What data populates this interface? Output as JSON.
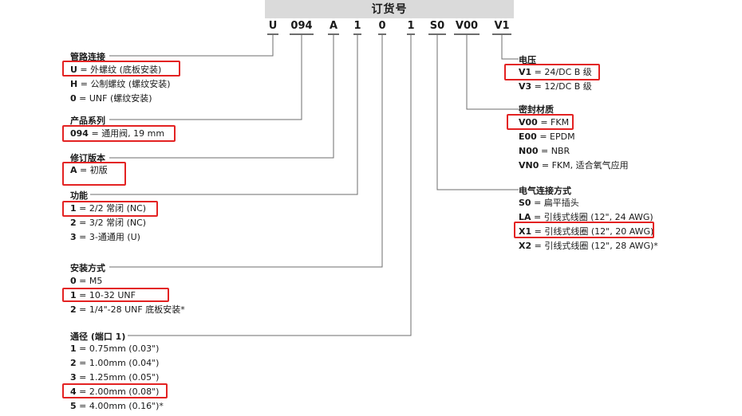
{
  "header": {
    "title": "订货号"
  },
  "code_segments": [
    "U",
    "094",
    "A",
    "1",
    "0",
    "1",
    "S0",
    "V00",
    "V1"
  ],
  "sections": [
    {
      "id": "pipe",
      "title": "管路连接",
      "options": [
        {
          "key": "U",
          "sep": " = ",
          "text": "外螺纹 (底板安装)",
          "selected": true
        },
        {
          "key": "H",
          "sep": " = ",
          "text": "公制螺纹 (螺纹安装)"
        },
        {
          "key": "0",
          "sep": " = ",
          "text": "UNF (螺纹安装)"
        }
      ]
    },
    {
      "id": "series",
      "title": "产品系列",
      "options": [
        {
          "key": "094",
          "sep": " = ",
          "text": "通用阀, 19 mm",
          "selected": true
        }
      ]
    },
    {
      "id": "revision",
      "title": "修订版本",
      "options": [
        {
          "key": "A",
          "sep": " = ",
          "text": "初版",
          "selected": true
        }
      ]
    },
    {
      "id": "function",
      "title": "功能",
      "options": [
        {
          "key": "1",
          "sep": " = ",
          "text": "2/2 常闭 (NC)",
          "selected": true
        },
        {
          "key": "2",
          "sep": " = ",
          "text": "3/2 常闭 (NC)"
        },
        {
          "key": "3",
          "sep": " = ",
          "text": "3-通通用 (U)"
        }
      ]
    },
    {
      "id": "mount",
      "title": "安装方式",
      "options": [
        {
          "key": "0",
          "sep": " = ",
          "text": "M5"
        },
        {
          "key": "1",
          "sep": " = ",
          "text": "10-32 UNF",
          "selected": true
        },
        {
          "key": "2",
          "sep": " = ",
          "text": "1/4\"-28 UNF 底板安装*"
        }
      ]
    },
    {
      "id": "bore",
      "title": "通径 (端口 1)",
      "options": [
        {
          "key": "1",
          "sep": " = ",
          "text": "0.75mm (0.03\")"
        },
        {
          "key": "2",
          "sep": " = ",
          "text": "1.00mm (0.04\")"
        },
        {
          "key": "3",
          "sep": " = ",
          "text": "1.25mm (0.05\")"
        },
        {
          "key": "4",
          "sep": " = ",
          "text": "2.00mm (0.08\")",
          "selected": true
        },
        {
          "key": "5",
          "sep": " = ",
          "text": "4.00mm (0.16\")*"
        }
      ]
    },
    {
      "id": "voltage",
      "title": "电压",
      "options": [
        {
          "key": "V1",
          "sep": " = ",
          "text": "24/DC B 级",
          "selected": true
        },
        {
          "key": "V3",
          "sep": " = ",
          "text": "12/DC B 级"
        }
      ]
    },
    {
      "id": "seal",
      "title": "密封材质",
      "options": [
        {
          "key": "V00",
          "sep": " = ",
          "text": "FKM",
          "selected": true
        },
        {
          "key": "E00",
          "sep": " = ",
          "text": "EPDM"
        },
        {
          "key": "N00",
          "sep": " = ",
          "text": "NBR"
        },
        {
          "key": "VN0",
          "sep": " = ",
          "text": "FKM, 适合氧气应用"
        }
      ]
    },
    {
      "id": "electrical",
      "title": "电气连接方式",
      "options": [
        {
          "key": "S0",
          "sep": " = ",
          "text": "扁平插头"
        },
        {
          "key": "LA",
          "sep": " = ",
          "text": "引线式线圈 (12\", 24 AWG)"
        },
        {
          "key": "X1",
          "sep": " = ",
          "text": "引线式线圈 (12\", 20 AWG)",
          "selected": true
        },
        {
          "key": "X2",
          "sep": " = ",
          "text": "引线式线圈 (12\", 28 AWG)*"
        }
      ]
    }
  ],
  "colors": {
    "highlight": "#e32222",
    "line": "#6d6d6d",
    "header_bg": "#dadada"
  }
}
